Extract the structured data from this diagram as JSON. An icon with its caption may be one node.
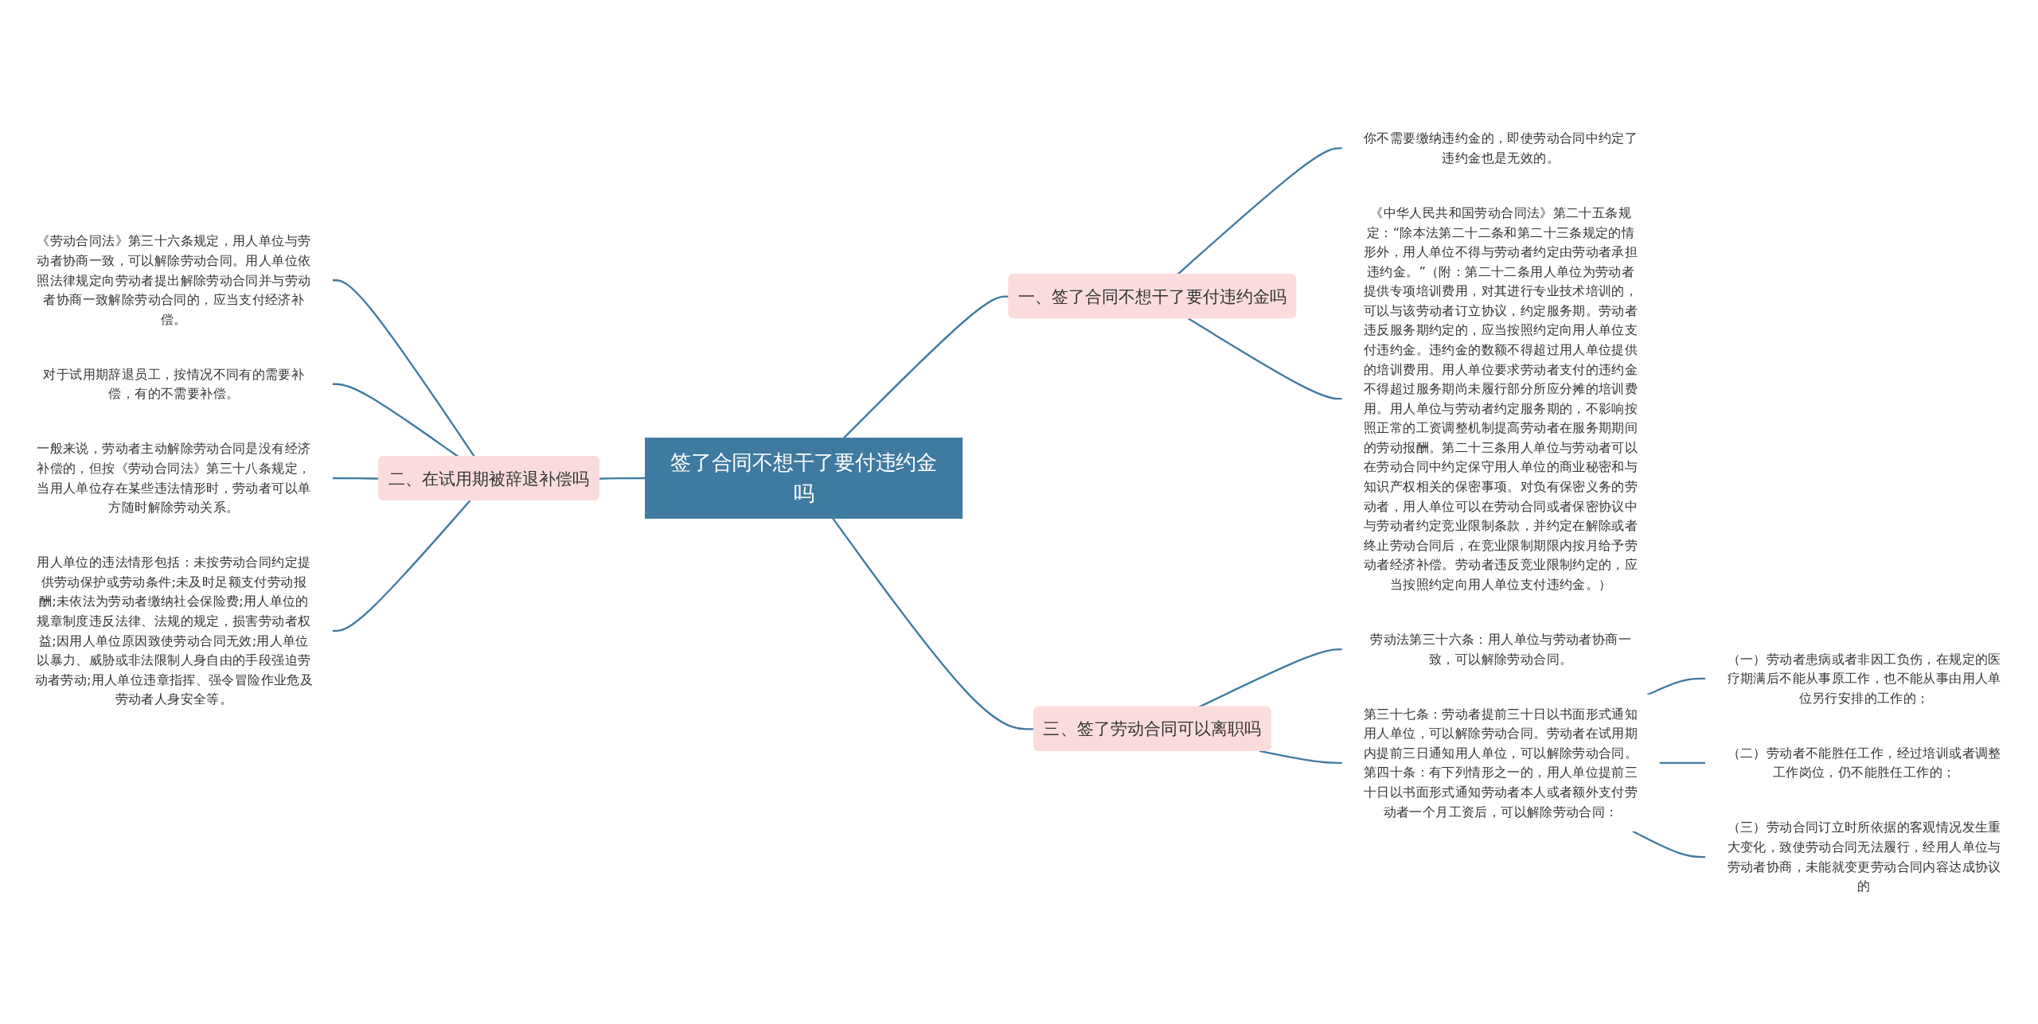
{
  "diagram": {
    "nodes": [
      {
        "text": [
          "签了合同不想干了要付违约金吗"
        ]
      },
      {
        "text": [
          "一、签了合同不想干了要付违约金吗"
        ]
      },
      {
        "text": [
          "你不需要缴纳违约金的，即使劳动合同中约定了违约金也是无效的。"
        ]
      },
      {
        "text": [
          "《中华人民共和国劳动合同法》第二十五条规定：“除本法第二十二条和第二十三条规定的情形外，用人单位不得与劳动者约定由劳动者承担违约金。”（附：第二十二条用人单位为劳动者提供专项培训费用，对其进行专业技术培训的，可以与该劳动者订立协议，约定服务期。劳动者违反服务期约定的，应当按照约定向用人单位支付违约金。违约金的数额不得超过用人单位提供的培训费用。用人单位要求劳动者支付的违约金不得超过服务期尚未履行部分所应分摊的培训费用。用人单位与劳动者约定服务期的，不影响按照正常的工资调整机制提高劳动者在服务期期间的劳动报酬。第二十三条用人单位与劳动者可以在劳动合同中约定保守用人单位的商业秘密和与知识产权相关的保密事项。对负有保密义务的劳动者，用人单位可以在劳动合同或者保密协议中与劳动者约定竞业限制条款，并约定在解除或者终止劳动合同后，在竞业限制期限内按月给予劳动者经济补偿。劳动者违反竞业限制约定的，应当按照约定向用人单位支付违约金。）"
        ]
      },
      {
        "text": [
          "二、在试用期被辞退补偿吗"
        ]
      },
      {
        "text": [
          "《劳动合同法》第三十六条规定，用人单位与劳动者协商一致，可以解除劳动合同。用人单位依照法律规定向劳动者提出解除劳动合同并与劳动者协商一致解除劳动合同的，应当支付经济补偿。"
        ]
      },
      {
        "text": [
          "对于试用期辞退员工，按情况不同有的需要补偿，有的不需要补偿。"
        ]
      },
      {
        "text": [
          "一般来说，劳动者主动解除劳动合同是没有经济补偿的，但按《劳动合同法》第三十八条规定，当用人单位存在某些违法情形时，劳动者可以单方随时解除劳动关系。"
        ]
      },
      {
        "text": [
          "用人单位的违法情形包括：未按劳动合同约定提供劳动保护或劳动条件;未及时足额支付劳动报酬;未依法为劳动者缴纳社会保险费;用人单位的规章制度违反法律、法规的规定，损害劳动者权益;因用人单位原因致使劳动合同无效;用人单位以暴力、威胁或非法限制人身自由的手段强迫劳动者劳动;用人单位违章指挥、强令冒险作业危及劳动者人身安全等。"
        ]
      },
      {
        "text": [
          "三、签了劳动合同可以离职吗"
        ]
      },
      {
        "text": [
          "劳动法第三十六条：用人单位与劳动者协商一致，可以解除劳动合同。"
        ]
      },
      {
        "text": [
          "第三十七条：劳动者提前三十日以书面形式通知用人单位，可以解除劳动合同。劳动者在试用期内提前三日通知用人单位，可以解除劳动合同。第四十条：有下列情形之一的，用人单位提前三十日以书面形式通知劳动者本人或者额外支付劳动者一个月工资后，可以解除劳动合同："
        ]
      },
      {
        "text": [
          "（一）劳动者患病或者非因工负伤，在规定的医疗期满后不能从事原工作，也不能从事由用人单位另行安排的工作的；"
        ]
      },
      {
        "text": [
          "（二）劳动者不能胜任工作，经过培训或者调整工作岗位，仍不能胜任工作的；"
        ]
      },
      {
        "text": [
          "（三）劳动合同订立时所依据的客观情况发生重大变化，致使劳动合同无法履行，经用人单位与劳动者协商，未能就变更劳动合同内容达成协议的"
        ]
      }
    ],
    "edges": [
      {
        "from": 0,
        "to": 1,
        "arrow": "none"
      },
      {
        "from": 1,
        "to": 2,
        "arrow": "none"
      },
      {
        "from": 1,
        "to": 3,
        "arrow": "none"
      },
      {
        "from": 0,
        "to": 4,
        "arrow": "none"
      },
      {
        "from": 4,
        "to": 5,
        "arrow": "none"
      },
      {
        "from": 4,
        "to": 6,
        "arrow": "none"
      },
      {
        "from": 4,
        "to": 7,
        "arrow": "none"
      },
      {
        "from": 4,
        "to": 8,
        "arrow": "none"
      },
      {
        "from": 0,
        "to": 9,
        "arrow": "none"
      },
      {
        "from": 9,
        "to": 10,
        "arrow": "none"
      },
      {
        "from": 9,
        "to": 11,
        "arrow": "none"
      },
      {
        "from": 11,
        "to": 12,
        "arrow": "none"
      },
      {
        "from": 11,
        "to": 13,
        "arrow": "none"
      },
      {
        "from": 11,
        "to": 14,
        "arrow": "none"
      }
    ]
  }
}
